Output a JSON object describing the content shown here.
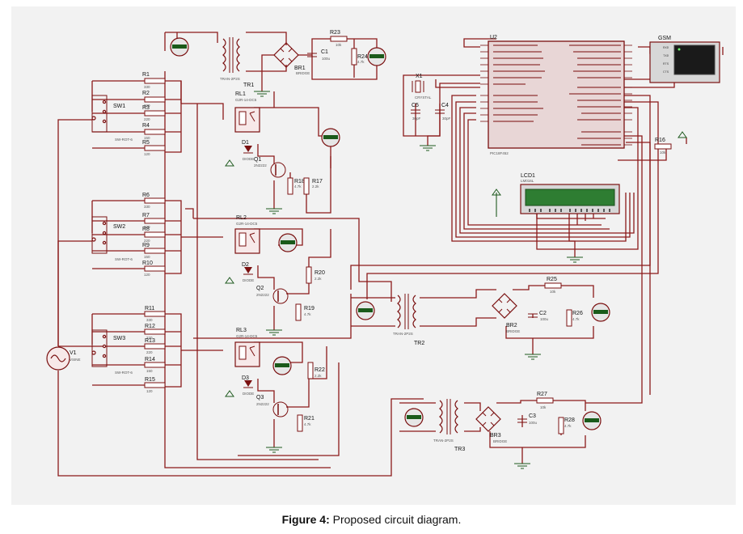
{
  "caption": {
    "label": "Figure 4:",
    "text": "Proposed circuit diagram."
  },
  "colors": {
    "wire": "#8b1a1a",
    "wire_green": "#1f5a1f",
    "background": "#f2f2f2",
    "lcd_screen": "#2e7d32"
  },
  "components": {
    "u2": {
      "name": "U2",
      "part": "PIC18F452"
    },
    "gsm": {
      "name": "GSM",
      "pins": [
        "RXD",
        "TXD",
        "RTS",
        "CTS"
      ]
    },
    "lcd": {
      "name": "LCD1",
      "part": "LM016L"
    },
    "crystal": {
      "name": "X1",
      "part": "CRYSTAL"
    },
    "c5": {
      "name": "C5",
      "value": "30pF"
    },
    "c4": {
      "name": "C4",
      "value": "30pF"
    },
    "r23": {
      "name": "R23",
      "value": "10k"
    },
    "r24": {
      "name": "R24",
      "value": "4.7k"
    },
    "c1": {
      "name": "C1",
      "value": "100u"
    },
    "br1": {
      "name": "BR1",
      "part": "BRIDGE"
    },
    "tr1": {
      "name": "TR1",
      "part": "TRAN-2P2S"
    },
    "r16": {
      "name": "R16",
      "value": "10k"
    },
    "sw1": {
      "name": "SW1",
      "part": "SW-ROT-6"
    },
    "sw2": {
      "name": "SW2",
      "part": "SW-ROT-6"
    },
    "sw3": {
      "name": "SW3",
      "part": "SW-ROT-6"
    },
    "r1": {
      "name": "R1",
      "value": "330"
    },
    "r2": {
      "name": "R2",
      "value": "220"
    },
    "r3": {
      "name": "R3",
      "value": "220"
    },
    "r4": {
      "name": "R4",
      "value": "150"
    },
    "r5": {
      "name": "R5",
      "value": "120"
    },
    "r6": {
      "name": "R6",
      "value": "330"
    },
    "r7": {
      "name": "R7",
      "value": "220"
    },
    "r8": {
      "name": "R8",
      "value": "220"
    },
    "r9": {
      "name": "R9",
      "value": "150"
    },
    "r10": {
      "name": "R10",
      "value": "120"
    },
    "r11": {
      "name": "R11",
      "value": "330"
    },
    "r12": {
      "name": "R12",
      "value": "220"
    },
    "r13": {
      "name": "R13",
      "value": "220"
    },
    "r14": {
      "name": "R14",
      "value": "150"
    },
    "r15": {
      "name": "R15",
      "value": "120"
    },
    "rl1": {
      "name": "RL1",
      "part": "G2R-14-DC5"
    },
    "rl2": {
      "name": "RL2",
      "part": "G2R-14-DC5"
    },
    "rl3": {
      "name": "RL3",
      "part": "G2R-14-DC5"
    },
    "d1": {
      "name": "D1",
      "part": "DIODE"
    },
    "d2": {
      "name": "D2",
      "part": "DIODE"
    },
    "d3": {
      "name": "D3",
      "part": "DIODE"
    },
    "q1": {
      "name": "Q1",
      "part": "2N2222"
    },
    "q2": {
      "name": "Q2",
      "part": "2N2222"
    },
    "q3": {
      "name": "Q3",
      "part": "2N2222"
    },
    "r18": {
      "name": "R18",
      "value": "4.7k"
    },
    "r17": {
      "name": "R17",
      "value": "2.2k"
    },
    "r20": {
      "name": "R20",
      "value": "2.2k"
    },
    "r19": {
      "name": "R19",
      "value": "4.7k"
    },
    "r22": {
      "name": "R22",
      "value": "2.2k"
    },
    "r21": {
      "name": "R21",
      "value": "4.7k"
    },
    "v1": {
      "name": "V1",
      "part": "VSINE"
    },
    "tr2": {
      "name": "TR2",
      "part": "TRAN-2P2S"
    },
    "br2": {
      "name": "BR2",
      "part": "BRIDGE"
    },
    "r25": {
      "name": "R25",
      "value": "10k"
    },
    "c2": {
      "name": "C2",
      "value": "100u"
    },
    "r26": {
      "name": "R26",
      "value": "4.7k"
    },
    "tr3": {
      "name": "TR3",
      "part": "TRAN-2P2S"
    },
    "br3": {
      "name": "BR3",
      "part": "BRIDGE"
    },
    "r27": {
      "name": "R27",
      "value": "10k"
    },
    "c3": {
      "name": "C3",
      "value": "100u"
    },
    "r28": {
      "name": "R28",
      "value": "4.7k"
    }
  }
}
